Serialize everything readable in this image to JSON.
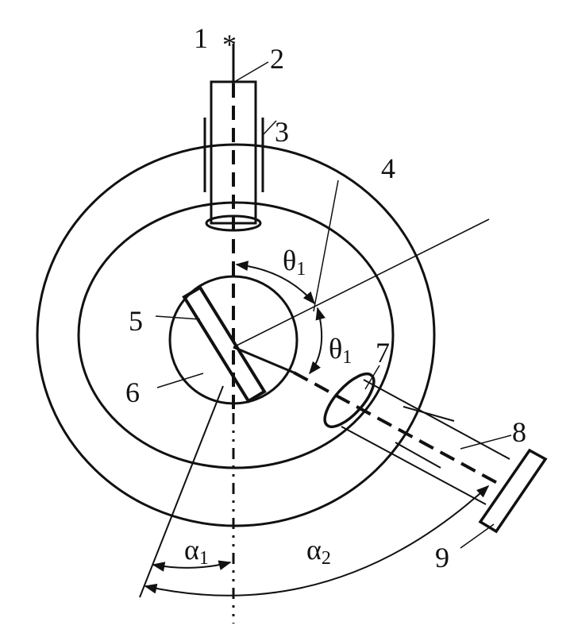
{
  "diagram": {
    "source_marker": "*",
    "labels": {
      "n1": "1",
      "n2": "2",
      "n3": "3",
      "n4": "4",
      "n5": "5",
      "n6": "6",
      "n7": "7",
      "n8": "8",
      "n9": "9"
    },
    "angles": {
      "theta_top": {
        "symbol": "θ",
        "sub": "1"
      },
      "theta_right": {
        "symbol": "θ",
        "sub": "1"
      },
      "alpha_1": {
        "symbol": "α",
        "sub": "1"
      },
      "alpha_2": {
        "symbol": "α",
        "sub": "2"
      }
    }
  },
  "colors": {
    "ink": "#111111",
    "background": "#ffffff"
  }
}
